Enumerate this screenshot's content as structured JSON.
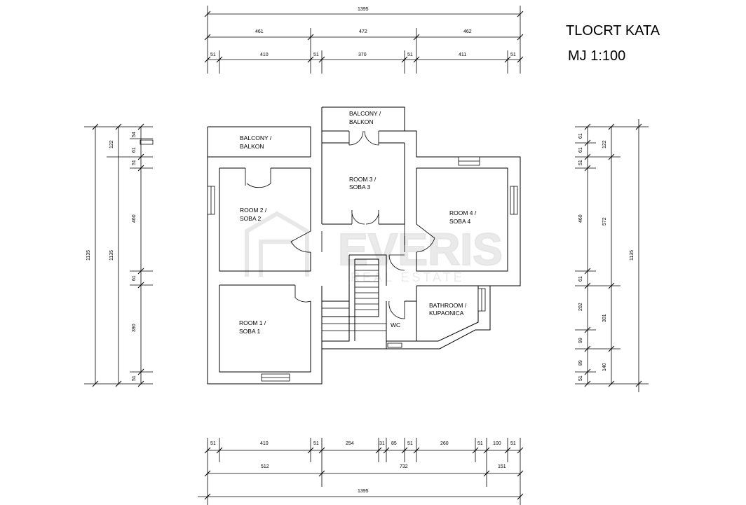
{
  "title": "TLOCRT KATA",
  "scale": "MJ 1:100",
  "watermark": {
    "name": "EVERIS",
    "tagline": "REAL ESTATE"
  },
  "rooms": [
    {
      "line1": "BALCONY /",
      "line2": "BALKON"
    },
    {
      "line1": "BALCONY /",
      "line2": "BALKON"
    },
    {
      "line1": "ROOM 3 /",
      "line2": "SOBA 3"
    },
    {
      "line1": "ROOM 2 /",
      "line2": "SOBA 2"
    },
    {
      "line1": "ROOM 4 /",
      "line2": "SOBA 4"
    },
    {
      "line1": "ROOM 1 /",
      "line2": "SOBA 1"
    },
    {
      "line1": "BATHROOM /",
      "line2": "KUPAONICA"
    },
    {
      "line1": "WC",
      "line2": ""
    }
  ],
  "dimensions": {
    "top_total": "1395",
    "top_row1": [
      "461",
      "472",
      "462"
    ],
    "top_row2": [
      "51",
      "410",
      "51",
      "370",
      "51",
      "411",
      "51"
    ],
    "bottom_row1": [
      "51",
      "410",
      "51",
      "254",
      "31",
      "85",
      "51",
      "260",
      "51",
      "100",
      "51"
    ],
    "bottom_row2": [
      "512",
      "732",
      "151"
    ],
    "bottom_total": "1395",
    "left_total_outer": "1135",
    "left_total_inner": "1135",
    "left_col1": [
      "122",
      "51",
      "460",
      "61",
      "390",
      "51"
    ],
    "left_col2": [
      "54",
      "61"
    ],
    "right_col1": [
      "61",
      "61",
      "51",
      "460",
      "61",
      "202",
      "99",
      "89",
      "51"
    ],
    "right_col2": [
      "122",
      "572",
      "301",
      "140"
    ],
    "right_total": "1135"
  }
}
